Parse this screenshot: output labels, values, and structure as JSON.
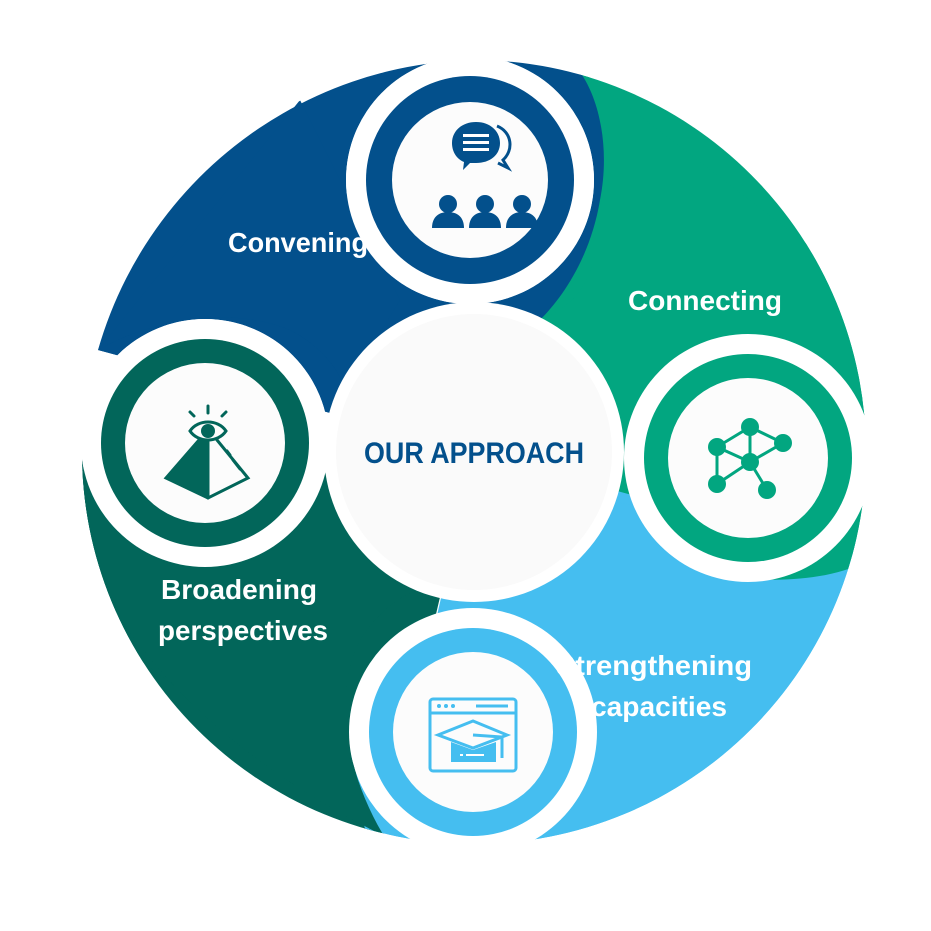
{
  "title": "OUR APPROACH",
  "colors": {
    "background": "#FFFFFF",
    "center_fill": "#FAFAFA",
    "title": "#03508C",
    "label": "#FFFFFF",
    "icon_bg": "#FCFCFC"
  },
  "segments": [
    {
      "id": "convening",
      "label_lines": [
        "Convening"
      ],
      "color": "#03508C",
      "icon": "discussion-group-icon"
    },
    {
      "id": "connecting",
      "label_lines": [
        "Connecting"
      ],
      "color": "#02A680",
      "icon": "network-nodes-icon"
    },
    {
      "id": "strengthening",
      "label_lines": [
        "Strengthening",
        "capacities"
      ],
      "color": "#45BEF0",
      "icon": "online-education-icon"
    },
    {
      "id": "broadening",
      "label_lines": [
        "Broadening",
        "perspectives"
      ],
      "color": "#02665A",
      "icon": "eye-pyramid-icon"
    }
  ]
}
